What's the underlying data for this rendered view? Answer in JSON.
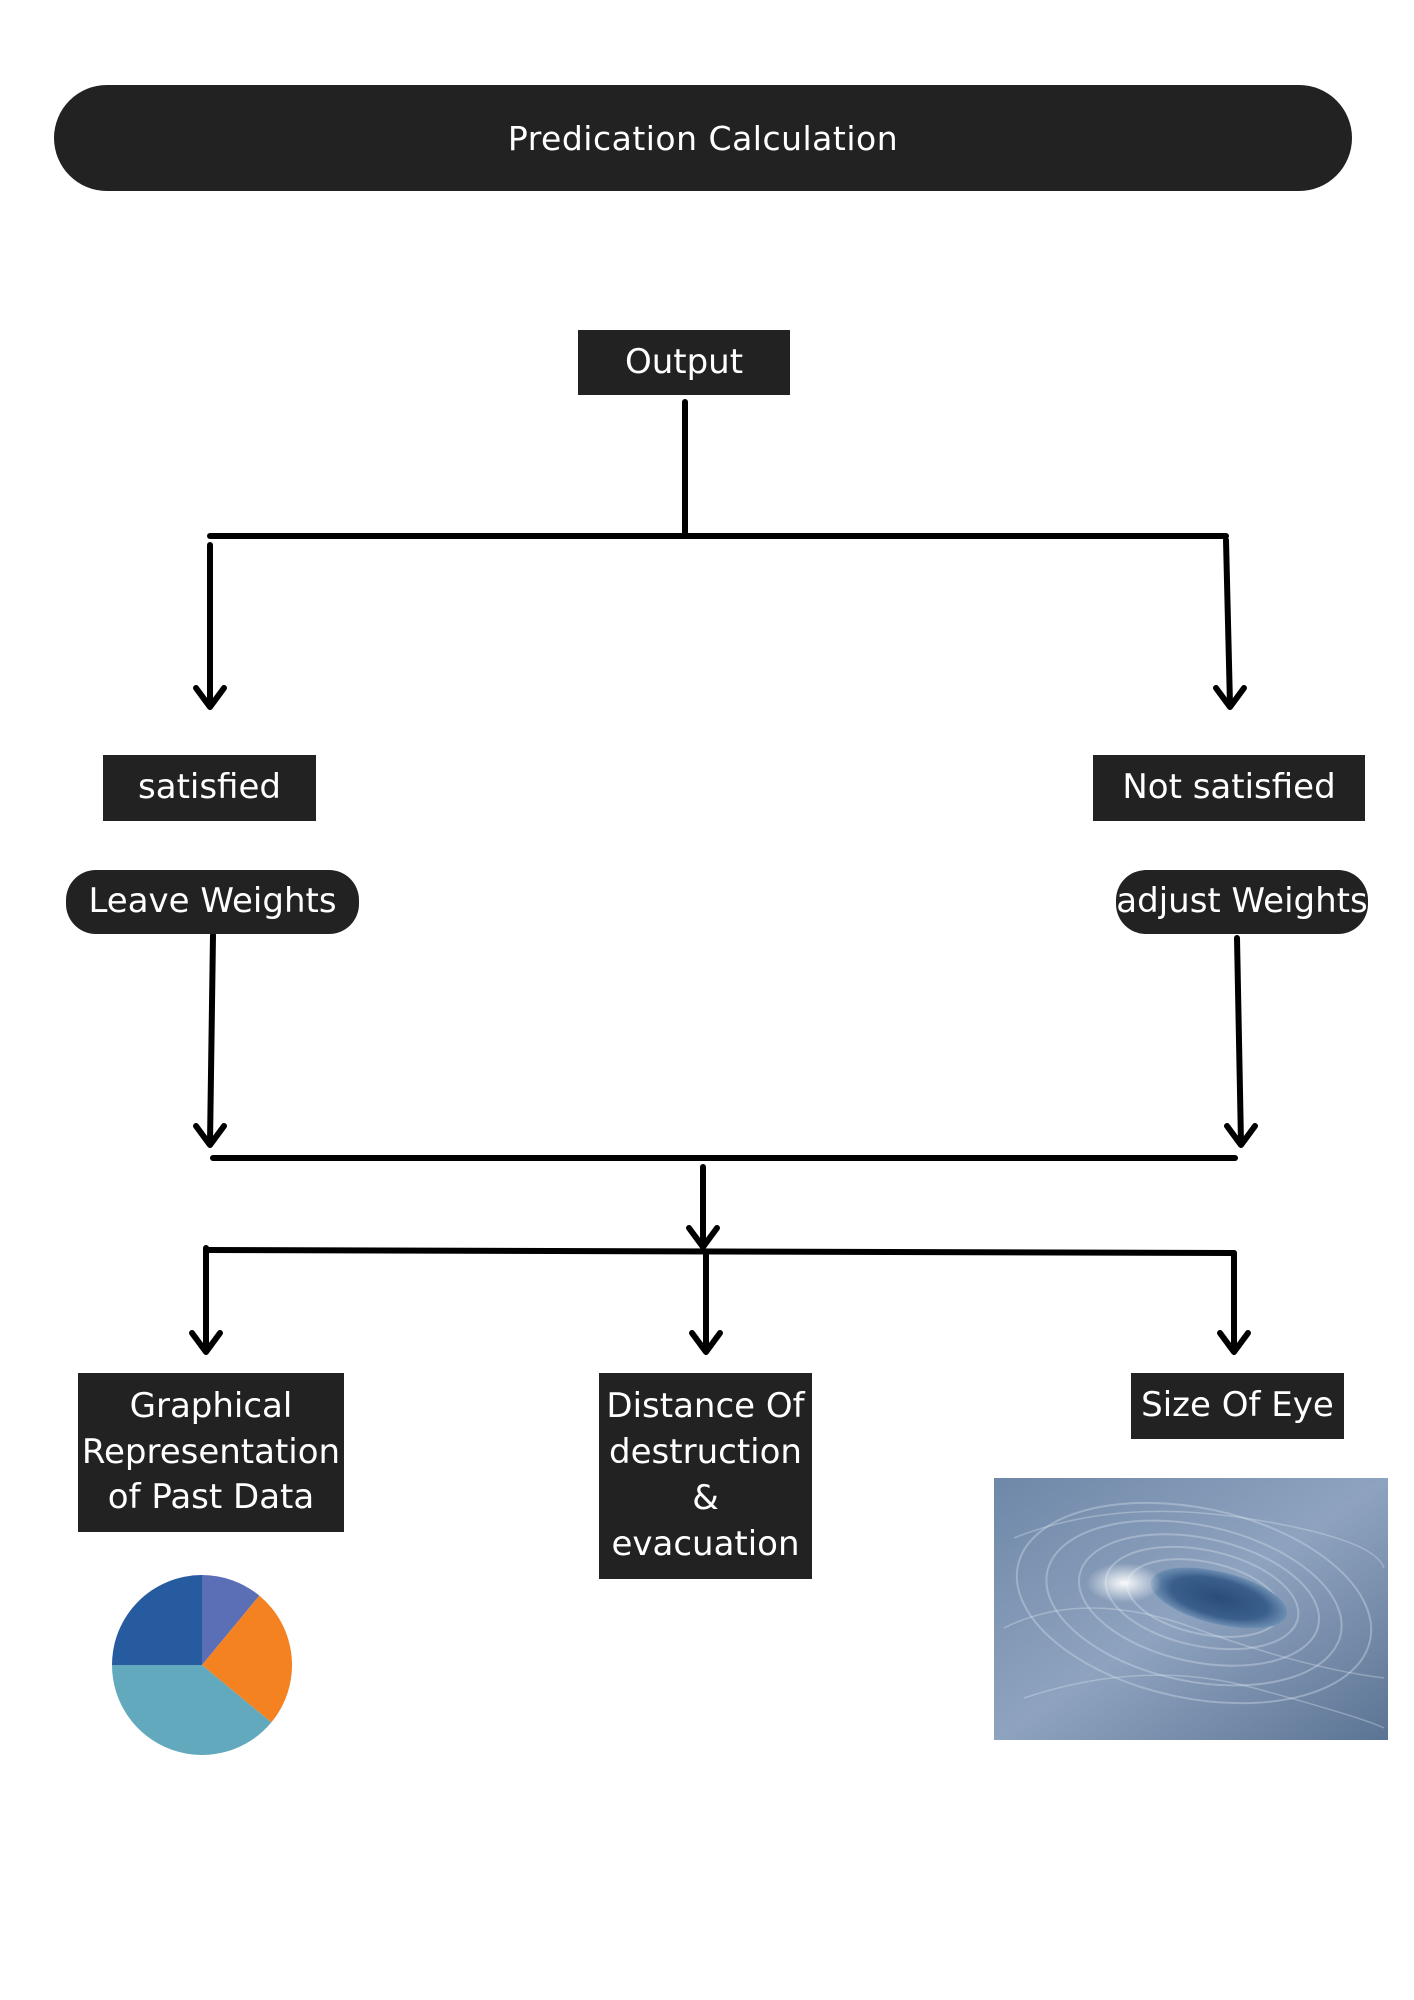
{
  "title": "Predication Calculation",
  "nodes": {
    "output": "Output",
    "satisfied": "satisfied",
    "not_satisfied": "Not satisfied",
    "leave_weights": "Leave Weights",
    "adjust_weights": "adjust Weights",
    "graphical_line1": "Graphical",
    "graphical_line2": "Representation",
    "graphical_line3": "of Past Data",
    "distance_line1": "Distance Of",
    "distance_line2": "destruction",
    "distance_line3": "&",
    "distance_line4": "evacuation",
    "size_of_eye": "Size Of Eye"
  },
  "pie": {
    "values": [
      0.11,
      0.25,
      0.39,
      0.25
    ],
    "colors": [
      "#5a6fb5",
      "#f58220",
      "#63a9bd",
      "#275ba0"
    ]
  },
  "colors": {
    "box": "#222222",
    "text": "#ffffff",
    "line": "#000000"
  },
  "icons": {
    "eye_photo": "hurricane-eye-photo"
  }
}
